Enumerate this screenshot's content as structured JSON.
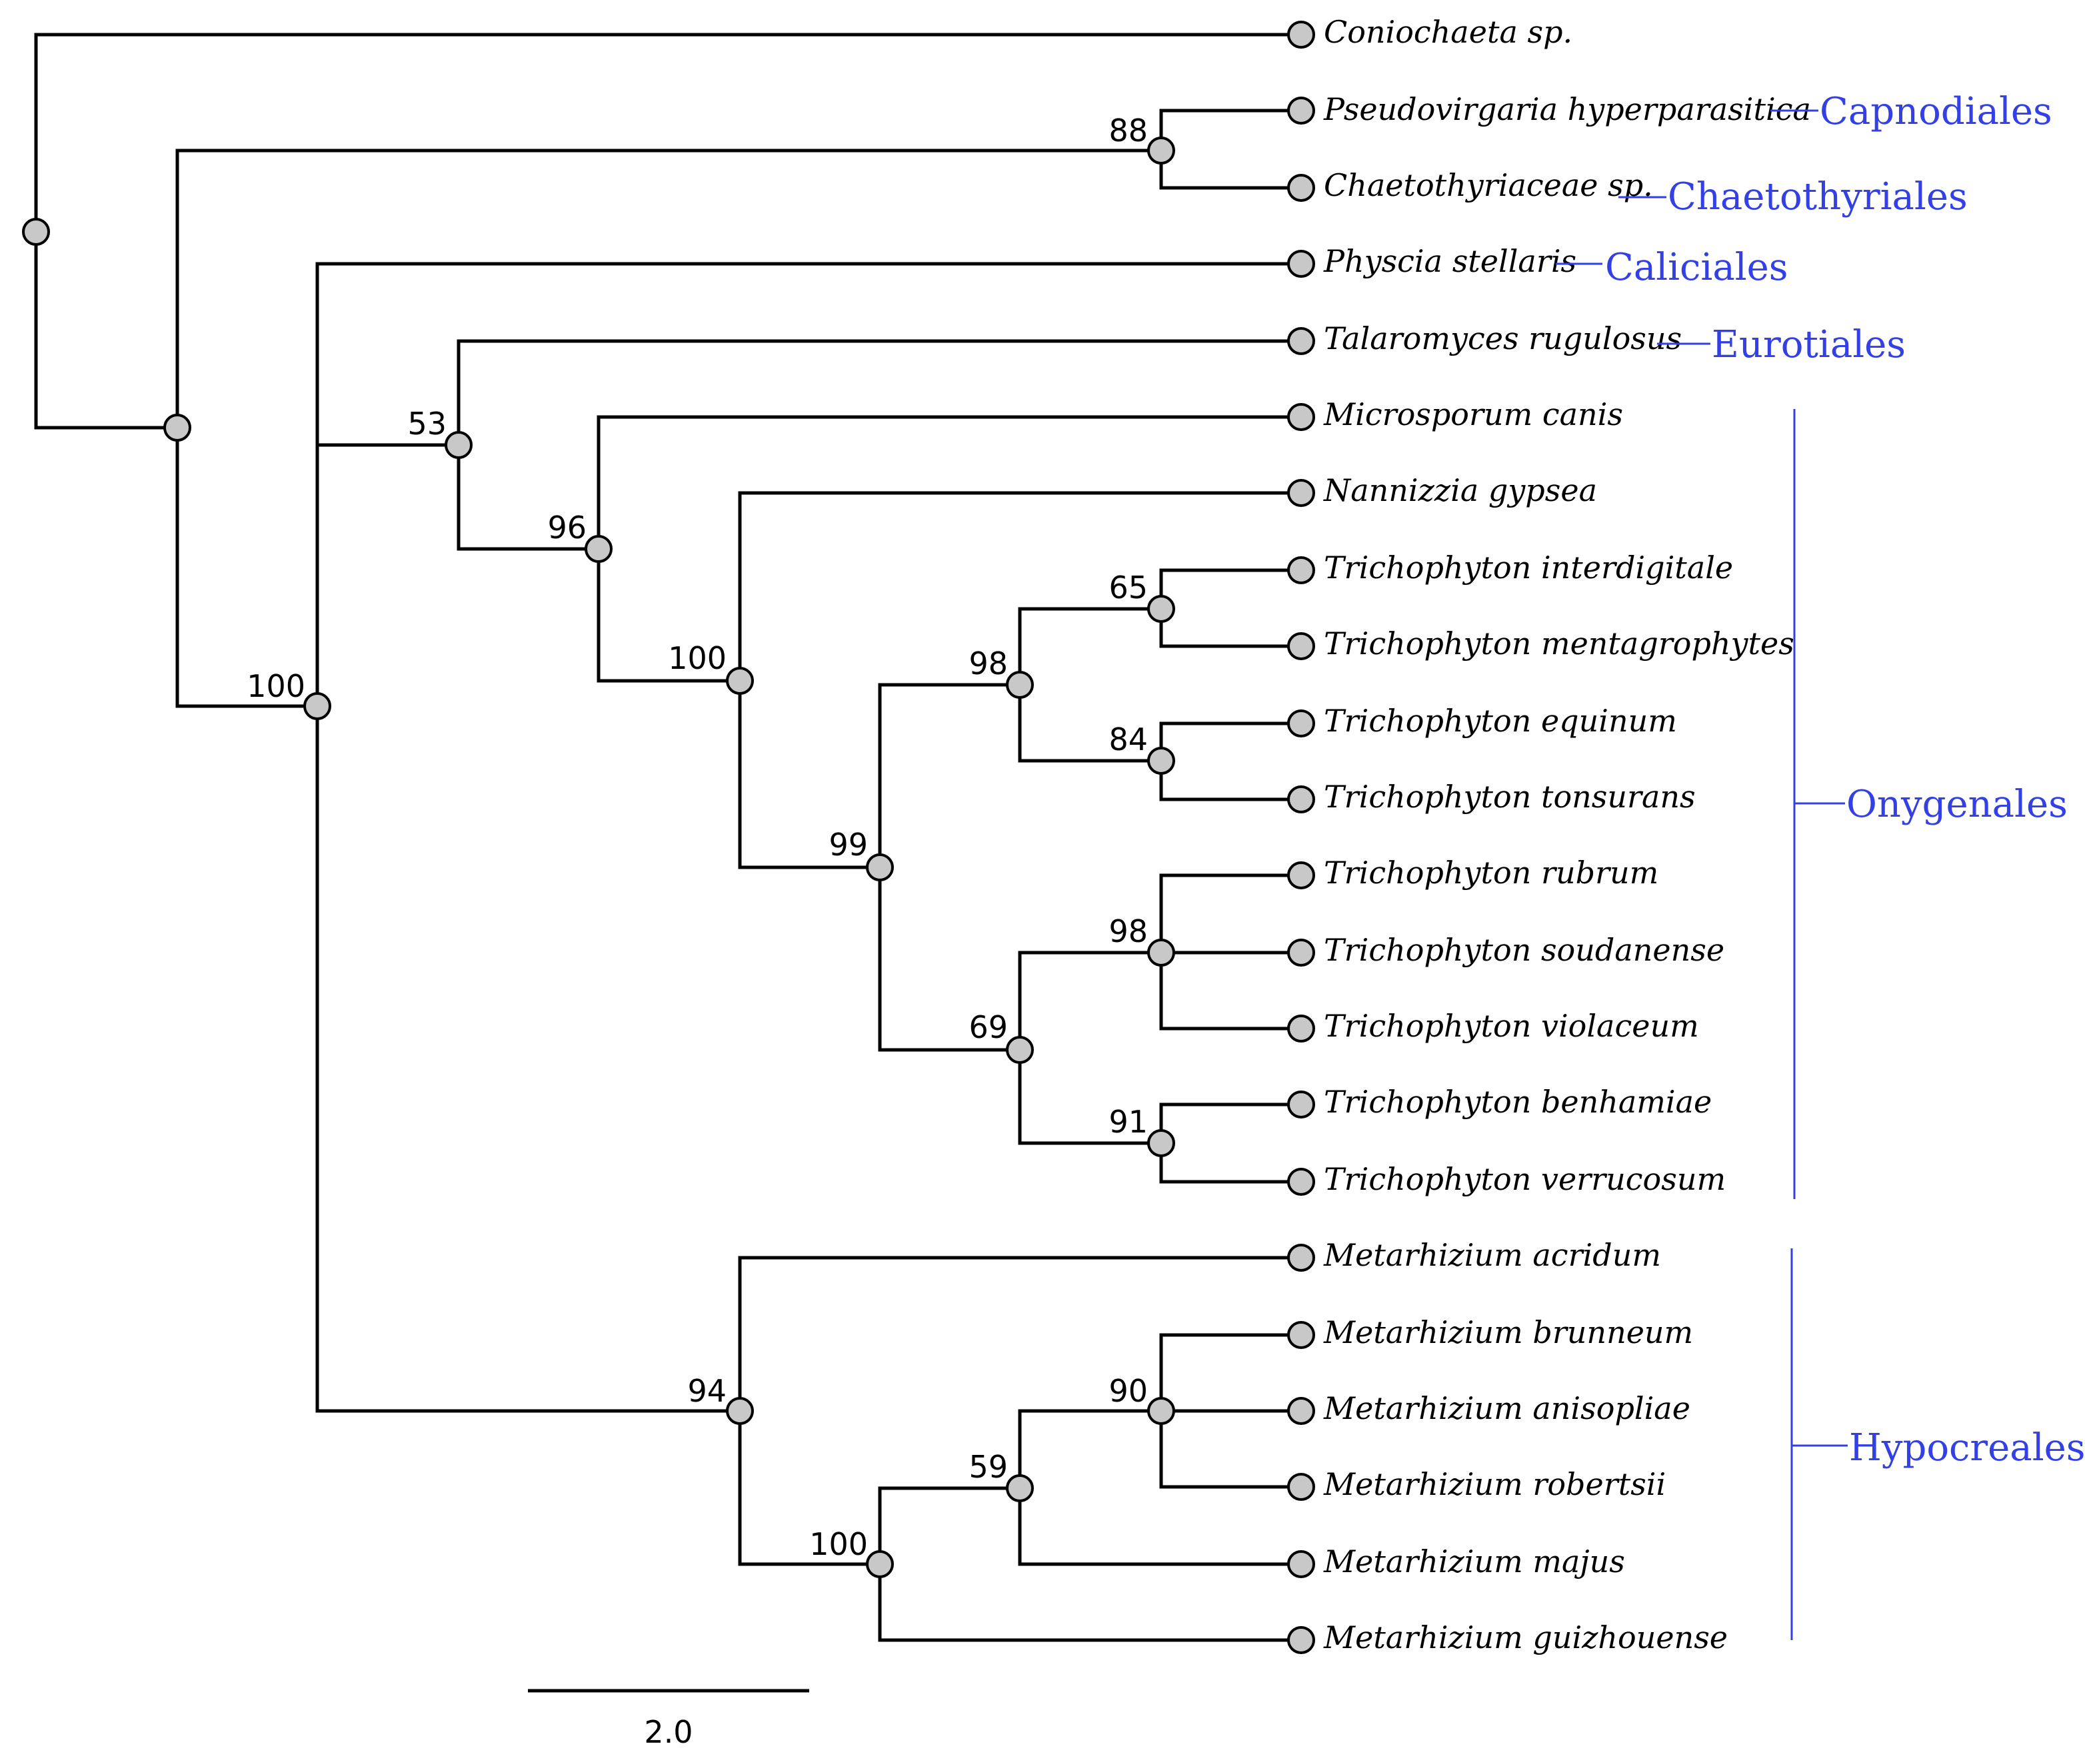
{
  "tips": [
    {
      "id": "coniochaeta",
      "label": "Coniochaeta sp."
    },
    {
      "id": "pseudovirgaria",
      "label": "Pseudovirgaria hyperparasitica"
    },
    {
      "id": "chaetothyriaceae",
      "label": "Chaetothyriaceae sp."
    },
    {
      "id": "physcia",
      "label": "Physcia stellaris"
    },
    {
      "id": "talaromyces",
      "label": "Talaromyces rugulosus"
    },
    {
      "id": "microsporum",
      "label": "Microsporum canis"
    },
    {
      "id": "nannizzia",
      "label": "Nannizzia gypsea"
    },
    {
      "id": "t-interdigitale",
      "label": "Trichophyton interdigitale"
    },
    {
      "id": "t-mentagrophytes",
      "label": "Trichophyton mentagrophytes"
    },
    {
      "id": "t-equinum",
      "label": "Trichophyton equinum"
    },
    {
      "id": "t-tonsurans",
      "label": "Trichophyton tonsurans"
    },
    {
      "id": "t-rubrum",
      "label": "Trichophyton rubrum"
    },
    {
      "id": "t-soudanense",
      "label": "Trichophyton soudanense"
    },
    {
      "id": "t-violaceum",
      "label": "Trichophyton violaceum"
    },
    {
      "id": "t-benhamiae",
      "label": "Trichophyton benhamiae"
    },
    {
      "id": "t-verrucosum",
      "label": "Trichophyton verrucosum"
    },
    {
      "id": "m-acridum",
      "label": "Metarhizium acridum"
    },
    {
      "id": "m-brunneum",
      "label": "Metarhizium brunneum"
    },
    {
      "id": "m-anisopliae",
      "label": "Metarhizium anisopliae"
    },
    {
      "id": "m-robertsii",
      "label": "Metarhizium robertsii"
    },
    {
      "id": "m-majus",
      "label": "Metarhizium majus"
    },
    {
      "id": "m-guizhouense",
      "label": "Metarhizium guizhouense"
    }
  ],
  "support_values": {
    "capno_chaeto": "88",
    "ingroup": "100",
    "eurotio_onygen": "53",
    "onygenales": "96",
    "nannizzia_tricho": "100",
    "trichophyton": "99",
    "tricho_a": "98",
    "interdig_mentag": "65",
    "equinum_tonsurans": "84",
    "tricho_b": "69",
    "rubrum_group": "98",
    "benhamiae_verrucosum": "91",
    "hypocreales": "94",
    "metarhizium_core": "100",
    "metarhizium_59": "59",
    "brunneum_group": "90"
  },
  "clades": {
    "capnodiales": "Capnodiales",
    "chaetothyriales": "Chaetothyriales",
    "caliciales": "Caliciales",
    "eurotiales": "Eurotiales",
    "onygenales": "Onygenales",
    "hypocreales": "Hypocreales"
  },
  "scale_bar": {
    "label": "2.0"
  },
  "colors": {
    "clade": "#3340e6",
    "node_fill": "#c8c8c8",
    "branch": "#000000"
  }
}
